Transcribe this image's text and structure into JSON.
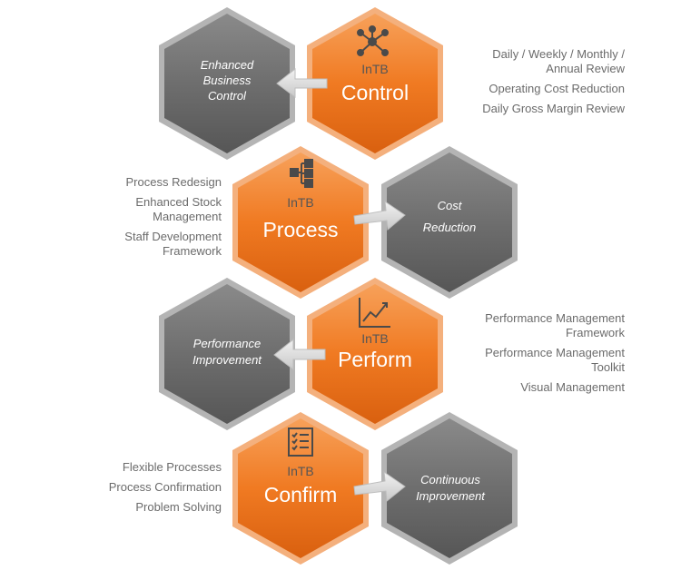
{
  "colors": {
    "orange": "#f07a22",
    "orange_dark": "#d9600f",
    "gray": "#707070",
    "gray_dark": "#555555",
    "text_gray": "#6b6b6b"
  },
  "rows": [
    {
      "orange": {
        "brand": "InTB",
        "title": "Control",
        "icon": "network-hub-icon"
      },
      "gray": {
        "lines": [
          "Enhanced",
          "Business",
          "Control"
        ]
      },
      "notes": [
        "Daily / Weekly / Monthly /",
        "Annual Review",
        "Operating Cost Reduction",
        "Daily Gross Margin Review"
      ]
    },
    {
      "orange": {
        "brand": "InTB",
        "title": "Process",
        "icon": "process-flow-icon"
      },
      "gray": {
        "lines": [
          "Cost",
          "Reduction"
        ]
      },
      "notes": [
        "Process Redesign",
        "Enhanced Stock",
        "Management",
        "Staff Development",
        "Framework"
      ]
    },
    {
      "orange": {
        "brand": "InTB",
        "title": "Perform",
        "icon": "line-chart-icon"
      },
      "gray": {
        "lines": [
          "Performance",
          "Improvement"
        ]
      },
      "notes": [
        "Performance Management",
        "Framework",
        "Performance Management",
        "Toolkit",
        "Visual Management"
      ]
    },
    {
      "orange": {
        "brand": "InTB",
        "title": "Confirm",
        "icon": "checklist-icon"
      },
      "gray": {
        "lines": [
          "Continuous",
          "Improvement"
        ]
      },
      "notes": [
        "Flexible Processes",
        "Process Confirmation",
        "Problem Solving"
      ]
    }
  ]
}
